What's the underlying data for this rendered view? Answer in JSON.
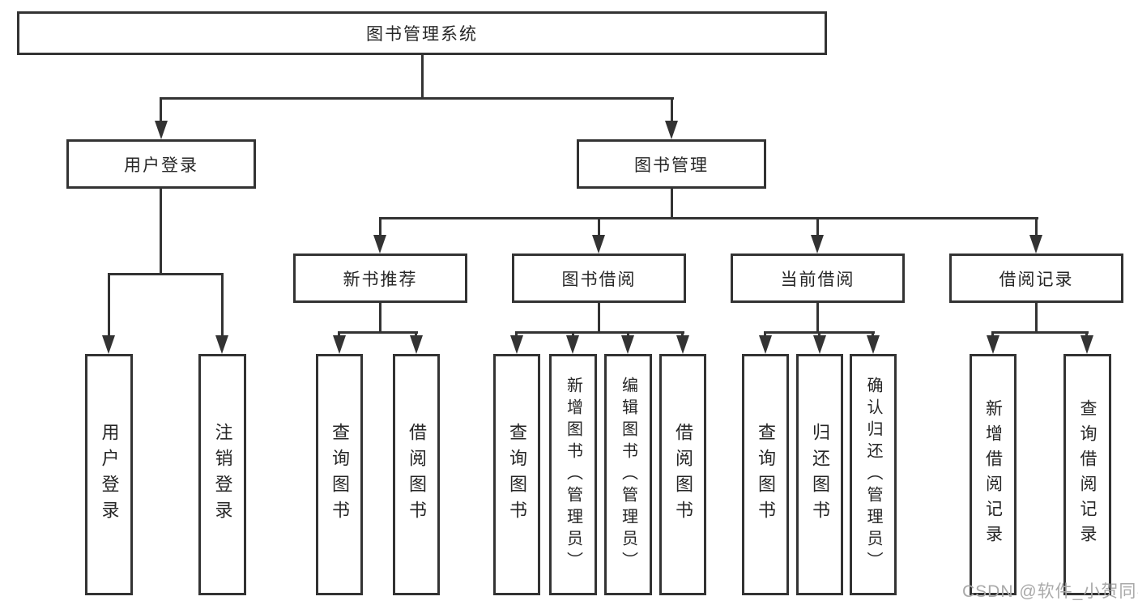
{
  "tree": {
    "root": {
      "label": "图书管理系统",
      "children": [
        {
          "label": "用户登录",
          "children": [
            {
              "label": "用户登录"
            },
            {
              "label": "注销登录"
            }
          ]
        },
        {
          "label": "图书管理",
          "children": [
            {
              "label": "新书推荐",
              "children": [
                {
                  "label": "查询图书"
                },
                {
                  "label": "借阅图书"
                }
              ]
            },
            {
              "label": "图书借阅",
              "children": [
                {
                  "label": "查询图书"
                },
                {
                  "label": "新增图书（管理员）"
                },
                {
                  "label": "编辑图书（管理员）"
                },
                {
                  "label": "借阅图书"
                }
              ]
            },
            {
              "label": "当前借阅",
              "children": [
                {
                  "label": "查询图书"
                },
                {
                  "label": "归还图书"
                },
                {
                  "label": "确认归还（管理员）"
                }
              ]
            },
            {
              "label": "借阅记录",
              "children": [
                {
                  "label": "新增借阅记录"
                },
                {
                  "label": "查询借阅记录"
                }
              ]
            }
          ]
        }
      ]
    }
  },
  "watermark": {
    "text": "CSDN @软件_小贺同学"
  },
  "colors": {
    "line": "#333333",
    "node_border": "#333333",
    "node_text": "#262626",
    "watermark_text": "#a9a9a9",
    "background": "#ffffff"
  }
}
